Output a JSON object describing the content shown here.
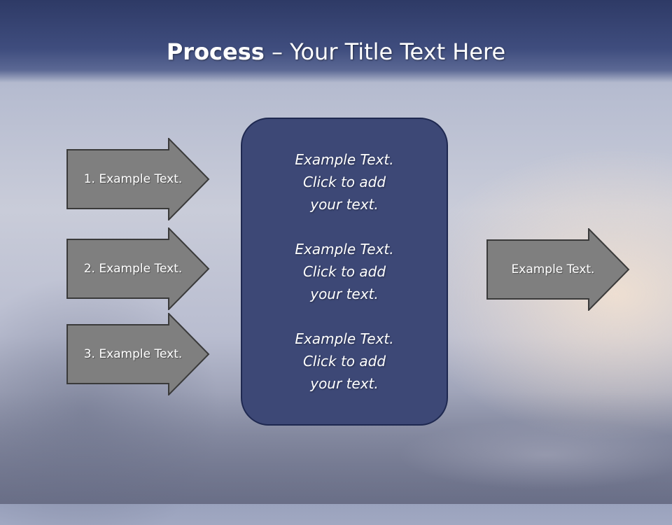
{
  "slide": {
    "title_bold": "Process",
    "title_rest": " – Your Title Text Here"
  },
  "left_arrows": [
    {
      "label": "1. Example Text."
    },
    {
      "label": "2. Example Text."
    },
    {
      "label": "3. Example Text."
    }
  ],
  "center_box": {
    "items": [
      {
        "text": "Example Text.\nClick  to add\nyour text."
      },
      {
        "text": "Example Text.\nClick  to add\nyour text."
      },
      {
        "text": "Example Text.\nClick  to add\nyour text."
      }
    ]
  },
  "right_arrow": {
    "label": "Example Text."
  },
  "colors": {
    "header": "#3f4d7e",
    "box_fill": "#3d4876",
    "arrow_fill": "#7f7f7f",
    "arrow_stroke": "#3a3a3a"
  }
}
